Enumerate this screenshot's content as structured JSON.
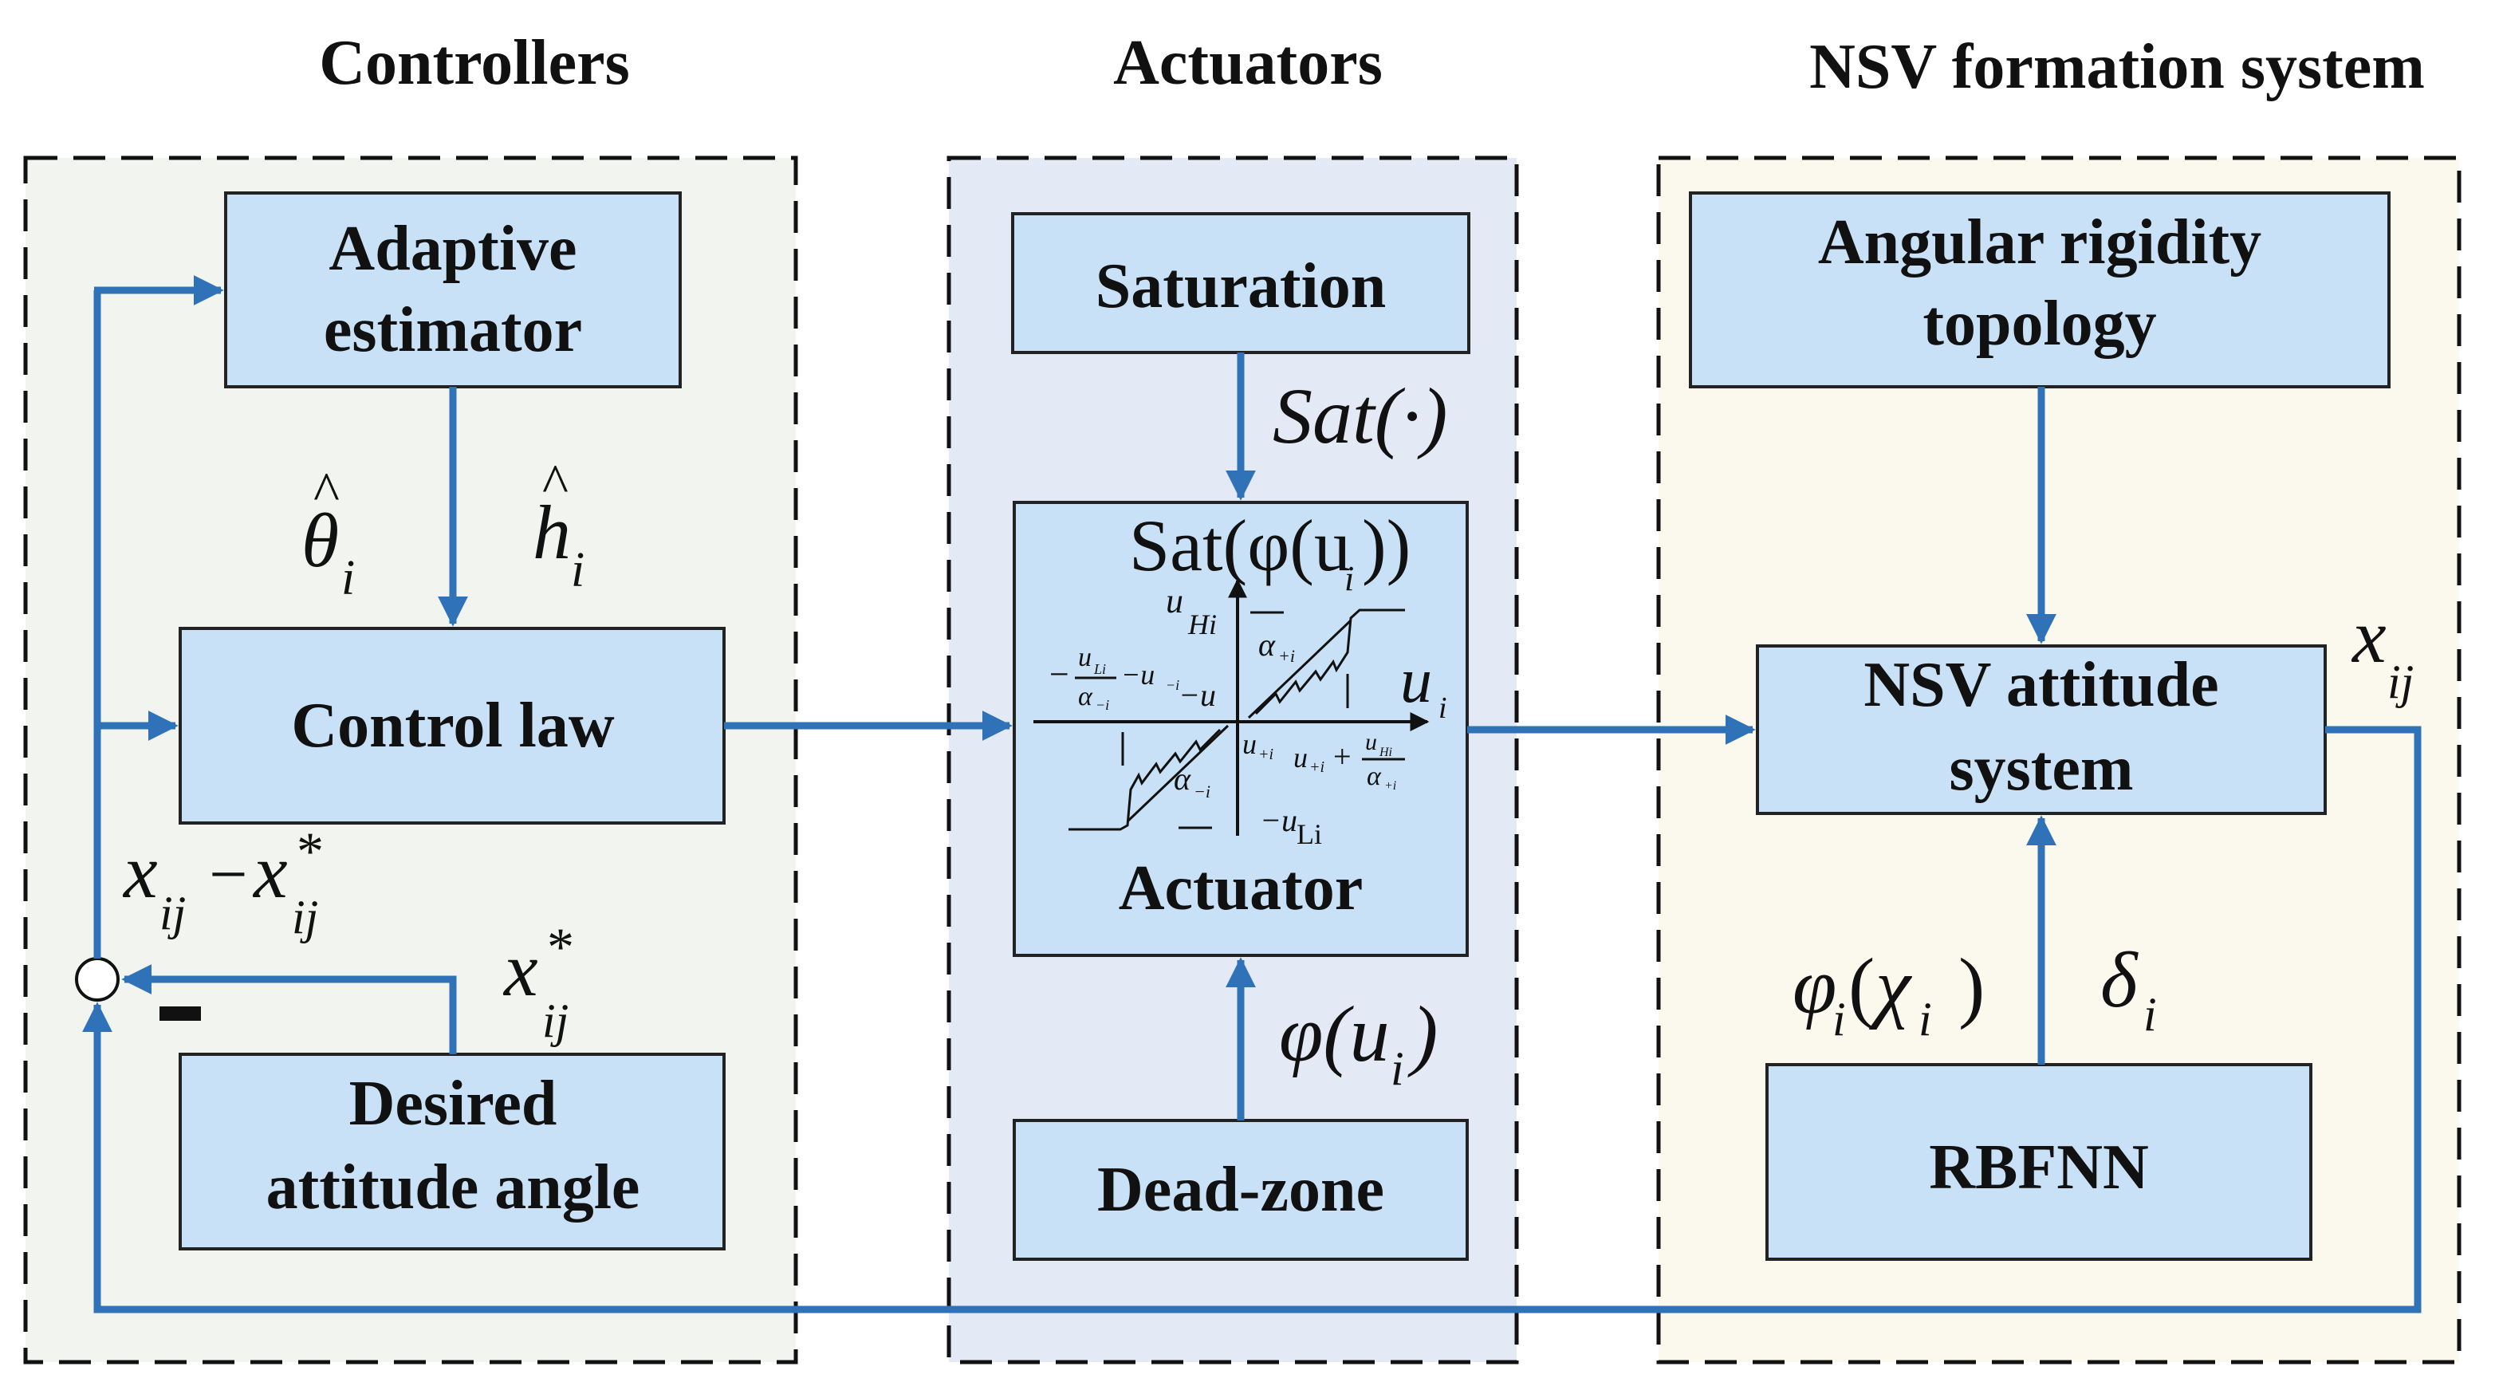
{
  "headers": {
    "controllers": "Controllers",
    "actuators": "Actuators",
    "nsv": "NSV formation system"
  },
  "colors": {
    "controllers_bg": "#f2f5ef",
    "actuators_bg": "#e3eaf5",
    "nsv_bg": "#fbf9ee",
    "box_fill": "#c9e1f6",
    "arrow": "#2f72b8"
  },
  "controllers": {
    "adaptive_line1": "Adaptive",
    "adaptive_line2": "estimator",
    "control_law": "Control law",
    "desired_line1": "Desired",
    "desired_line2": "attitude angle",
    "minus_sign": "−",
    "error_label": {
      "x": "x",
      "sub": "ij",
      "minus": "−",
      "x2": "x",
      "star": "*",
      "sub2": "ij"
    },
    "theta_hat": {
      "sym": "θ",
      "hat": "^",
      "sub": "i"
    },
    "h_hat": {
      "sym": "h",
      "hat": "^",
      "sub": "i"
    },
    "x_star": {
      "sym": "x",
      "star": "*",
      "sub": "ij"
    }
  },
  "actuators": {
    "saturation": "Saturation",
    "sat_label": "Sat(·)",
    "actuator_title": "Sat(φ(u",
    "actuator_title_sub": "i",
    "actuator_title_end": "))",
    "actuator_label": "Actuator",
    "dead_zone": "Dead-zone",
    "phi_u": "φ(u",
    "phi_u_sub": "i",
    "phi_u_end": ")",
    "plot": {
      "u_hi": "u",
      "u_hi_sub": "Hi",
      "u_i": "u",
      "u_i_sub": "i",
      "alpha_plus": "α",
      "alpha_plus_sub": "+i",
      "alpha_minus": "α",
      "alpha_minus_sub": "−i",
      "neg_frac_num": "u",
      "neg_frac_num_sub": "Li",
      "neg_frac_den": "α",
      "neg_frac_den_sub": "−i",
      "u_minus_i": "−u",
      "u_minus_i_sub": "−i",
      "u_minus_l": "−u",
      "u_plus_i": "u",
      "u_plus_i_sub": "+i",
      "u_plus_sum": "u",
      "u_plus_sum_sub": "+i",
      "plus": "+",
      "pos_frac_num": "u",
      "pos_frac_num_sub": "Hi",
      "pos_frac_den": "α",
      "pos_frac_den_sub": "+i",
      "u_li": "−u",
      "u_li_sub": "Li",
      "minus": "−"
    }
  },
  "nsv": {
    "angular_line1": "Angular rigidity",
    "angular_line2": "topology",
    "attitude_line1": "NSV attitude",
    "attitude_line2": "system",
    "rbfnn": "RBFNN",
    "x_ij": {
      "sym": "x",
      "sub": "ij"
    },
    "phi_chi": {
      "sym": "φ",
      "sub": "i",
      "open": "(",
      "chi": "χ",
      "chi_sub": "i",
      "close": ")"
    },
    "delta": {
      "sym": "δ",
      "sub": "i"
    }
  }
}
